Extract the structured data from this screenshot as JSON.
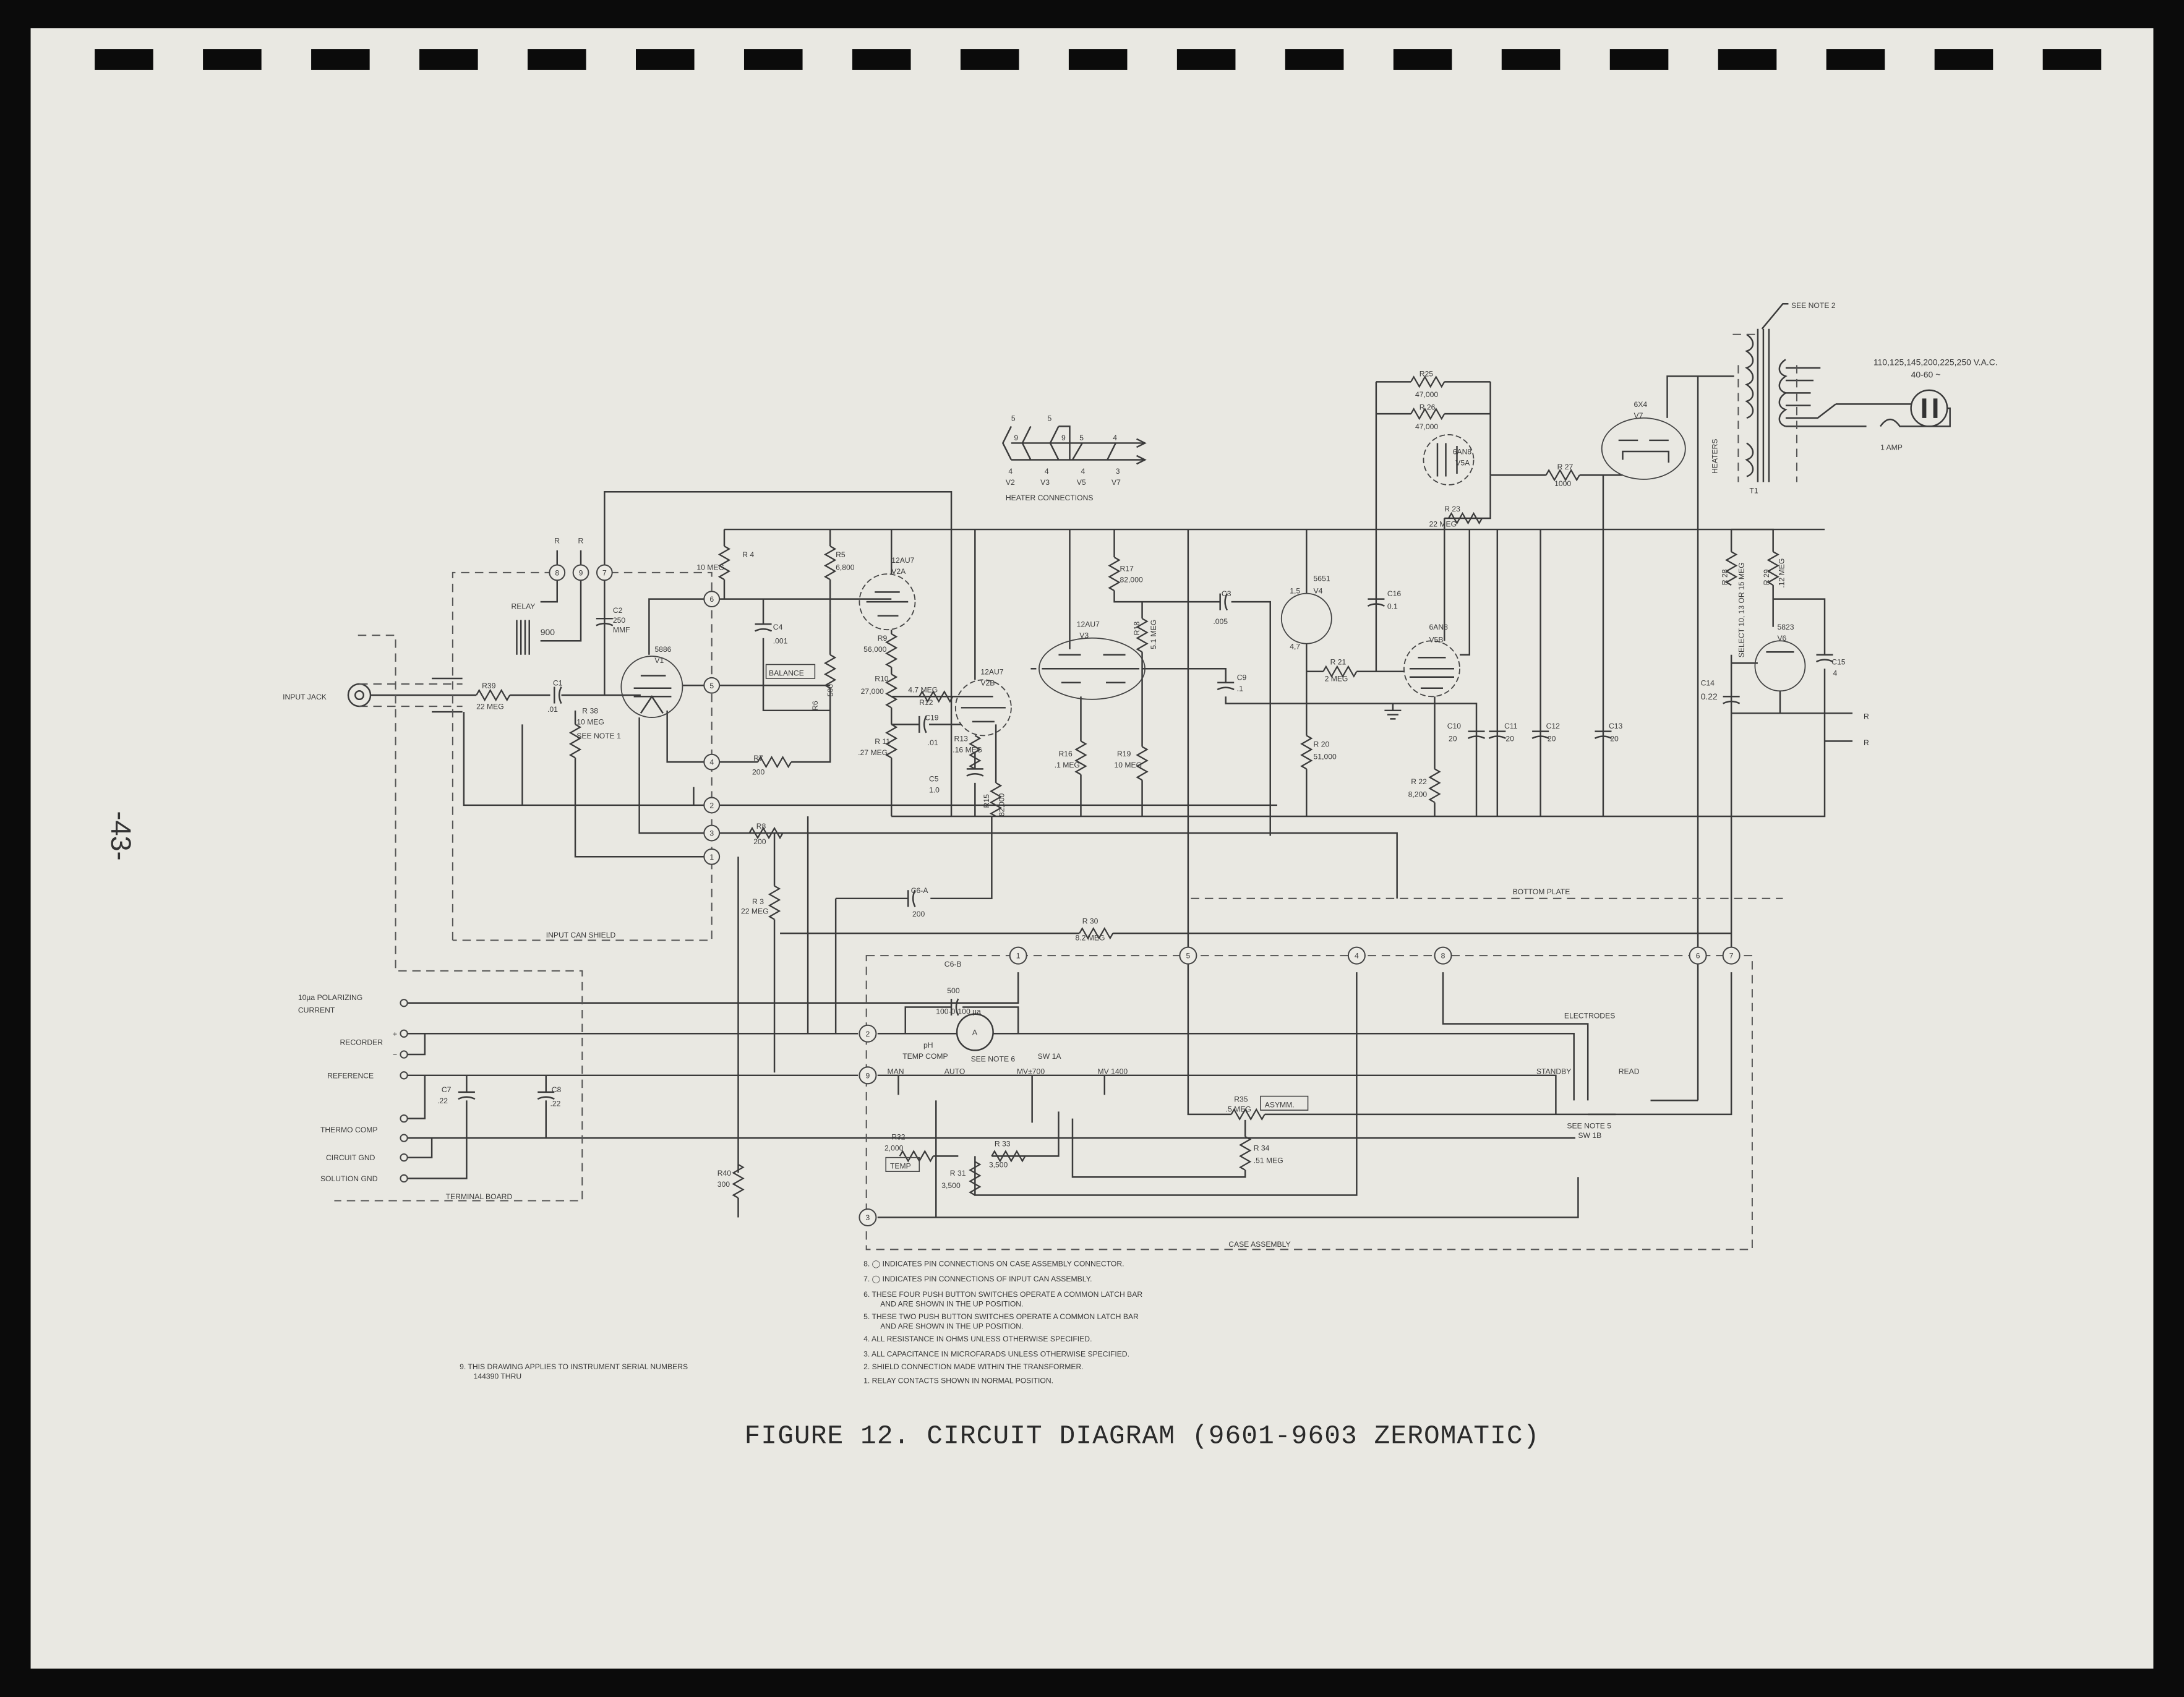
{
  "page": {
    "page_number": "-43-",
    "caption": "FIGURE 12.   CIRCUIT DIAGRAM (9601-9603 ZEROMATIC)",
    "colors": {
      "paper": "#e9e8e2",
      "border": "#0b0b0b",
      "ink": "#3a3a3a"
    }
  },
  "power": {
    "see_note_2": "SEE NOTE 2",
    "voltages": "110,125,145,200,225,250 V.A.C.",
    "frequency": "40-60 ~",
    "fuse": "1 AMP",
    "heaters": "HEATERS",
    "transformer": "T1"
  },
  "heater_connections": {
    "title": "HEATER CONNECTIONS",
    "top_pins": [
      "5",
      "5"
    ],
    "mid_pins": [
      "9",
      "9",
      "5",
      "4"
    ],
    "bottom_pins": [
      "4",
      "4",
      "4",
      "3"
    ],
    "tubes": [
      "V2",
      "V3",
      "V5",
      "V7"
    ]
  },
  "tubes": {
    "v1": [
      "5886",
      "V1"
    ],
    "v2a": [
      "12AU7",
      "V2A"
    ],
    "v2b": [
      "12AU7",
      "V2B"
    ],
    "v3": [
      "12AU7",
      "V3"
    ],
    "v4": [
      "5651",
      "V4",
      "1,5",
      "4,7"
    ],
    "v5a": [
      "6AN8",
      "V5A"
    ],
    "v5b": [
      "6AN8",
      "V5B"
    ],
    "v6": [
      "5823",
      "V6"
    ],
    "v7": [
      "6X4",
      "V7"
    ]
  },
  "components": {
    "input_jack": "INPUT JACK",
    "relay": [
      "RELAY",
      "900"
    ],
    "relay_r": [
      "R",
      "R"
    ],
    "r39": [
      "R39",
      "22 MEG"
    ],
    "c1": [
      "C1",
      ".01"
    ],
    "r38": [
      "R 38",
      "10 MEG",
      "SEE NOTE 1"
    ],
    "c2": [
      "C2",
      "250",
      "MMF"
    ],
    "r4": [
      "R 4",
      "10 MEG"
    ],
    "r5": [
      "R5",
      "6,800"
    ],
    "c4": [
      "C4",
      ".001"
    ],
    "balance": "BALANCE",
    "r6": [
      "R6",
      "500"
    ],
    "r7": [
      "R7",
      "200"
    ],
    "r8": [
      "R8",
      "200"
    ],
    "r3": [
      "R 3",
      "22 MEG"
    ],
    "c6a": [
      "C6-A",
      "200"
    ],
    "r9": [
      "R9",
      "56,000"
    ],
    "r10": [
      "R10",
      "27,000"
    ],
    "r11": [
      "R 11",
      ".27 MEG"
    ],
    "r12": [
      "4.7 MEG",
      "R12"
    ],
    "c19": [
      "C19",
      ".01"
    ],
    "r13": [
      "R13",
      ".16 MEG"
    ],
    "c5": [
      "C5",
      "1.0"
    ],
    "r15": [
      "R15",
      "82,000"
    ],
    "r17": [
      "R17",
      "82,000"
    ],
    "r18": [
      "R18",
      "5.1 MEG"
    ],
    "r16": [
      "R16",
      ".1 MEG"
    ],
    "r19": [
      "R19",
      "10 MEG"
    ],
    "c3": [
      "C3",
      ".005"
    ],
    "c9": [
      "C9",
      ".1"
    ],
    "c16": [
      "C16",
      "0.1"
    ],
    "r21": [
      "R 21",
      "2 MEG"
    ],
    "r20": [
      "R 20",
      "51,000"
    ],
    "r22": [
      "R 22",
      "8,200"
    ],
    "r23": [
      "R 23",
      "22 MEG"
    ],
    "r25": [
      "R25",
      "47,000"
    ],
    "r26": [
      "R 26",
      "47,000"
    ],
    "r27": [
      "R 27",
      "1000"
    ],
    "c10": [
      "C10",
      "20"
    ],
    "c11": [
      "C11",
      "20"
    ],
    "c12": [
      "C12",
      "20"
    ],
    "c13": [
      "C13",
      "20"
    ],
    "r28": [
      "R 28",
      "SELECT 10, 13 OR 15 MEG"
    ],
    "r29": [
      "R 29",
      ".12 MEG"
    ],
    "c14": [
      "C14",
      "0.22"
    ],
    "c15": [
      "C15",
      "4"
    ],
    "relay_out": [
      "R",
      "R"
    ],
    "r30": [
      "R 30",
      "8.2 MEG"
    ],
    "c6b": [
      "C6-B",
      "500"
    ],
    "meter": [
      "100-0-100 µa",
      "A"
    ],
    "ph_temp": [
      "pH",
      "TEMP COMP",
      "SEE NOTE 6",
      "SW 1A"
    ],
    "switch_positions": [
      "MAN",
      "AUTO",
      "MV±700",
      "MV 1400"
    ],
    "r32": [
      "R32",
      "2,000",
      "TEMP"
    ],
    "r33": [
      "R 33",
      "3,500"
    ],
    "r31": [
      "R 31",
      "3,500"
    ],
    "r35": [
      "R35",
      ".5 MEG",
      "ASYMM."
    ],
    "r34": [
      "R 34",
      ".51 MEG"
    ],
    "standby": "STANDBY",
    "read": "READ",
    "sw1b": [
      "SEE NOTE 5",
      "SW 1B"
    ],
    "electrodes": "ELECTRODES",
    "r40": [
      "R40",
      "300"
    ],
    "bottom_plate": "BOTTOM PLATE",
    "input_can_shield": "INPUT CAN SHIELD",
    "case_assembly": "CASE ASSEMBLY"
  },
  "terminal_board": {
    "title": "TERMINAL BOARD",
    "polarizing": [
      "10µa POLARIZING",
      "CURRENT"
    ],
    "recorder": "RECORDER",
    "plus": "+",
    "minus": "−",
    "reference": "REFERENCE",
    "thermo_comp": "THERMO COMP",
    "circuit_gnd": "CIRCUIT GND",
    "solution_gnd": "SOLUTION GND",
    "c7": [
      "C7",
      ".22"
    ],
    "c8": [
      "C8",
      ".22"
    ]
  },
  "pins": {
    "input_can_top": [
      "8",
      "9",
      "7"
    ],
    "input_can_side": [
      "6",
      "5",
      "4",
      "2",
      "3",
      "1"
    ],
    "case_left": [
      "2",
      "9",
      "3"
    ],
    "case_top": [
      "1",
      "5",
      "4",
      "8",
      "6",
      "7"
    ]
  },
  "notes": [
    "8. ◯ INDICATES PIN CONNECTIONS ON CASE ASSEMBLY CONNECTOR.",
    "7. ◯ INDICATES PIN CONNECTIONS OF INPUT CAN ASSEMBLY.",
    "6. THESE FOUR PUSH BUTTON SWITCHES OPERATE A COMMON LATCH BAR",
    "AND ARE SHOWN IN THE UP POSITION.",
    "5. THESE TWO PUSH BUTTON SWITCHES OPERATE A COMMON LATCH BAR",
    "AND ARE SHOWN IN THE UP POSITION.",
    "4. ALL RESISTANCE IN OHMS UNLESS OTHERWISE SPECIFIED.",
    "3. ALL CAPACITANCE IN MICROFARADS UNLESS OTHERWISE SPECIFIED.",
    "2. SHIELD CONNECTION MADE WITHIN THE TRANSFORMER.",
    "1. RELAY CONTACTS SHOWN IN NORMAL POSITION."
  ],
  "note9": [
    "9. THIS DRAWING APPLIES TO INSTRUMENT SERIAL NUMBERS",
    "144390 THRU"
  ]
}
